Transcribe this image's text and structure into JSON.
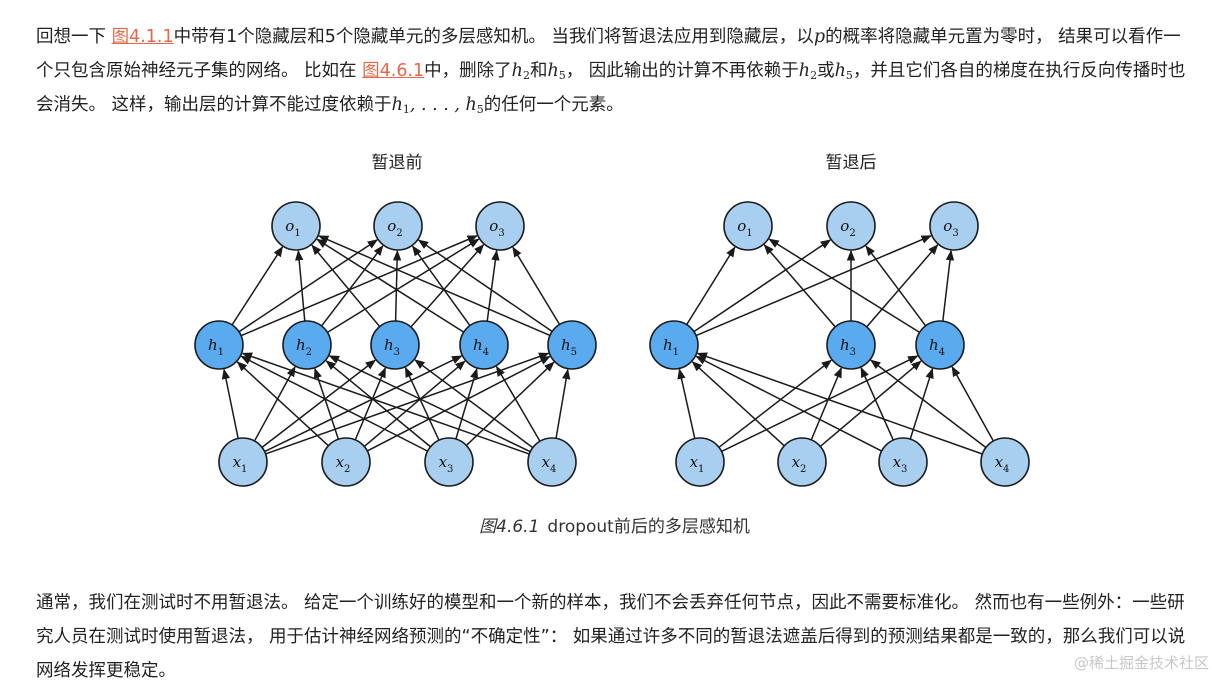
{
  "paragraph1": {
    "t1": "回想一下 ",
    "ref1": "图4.1.1",
    "t2": "中带有1个隐藏层和5个隐藏单元的多层感知机。 当我们将暂退法应用到隐藏层，以",
    "p": "p",
    "t3": "的概率将隐藏单元置为零时， 结果可以看作一个只包含原始神经元子集的网络。 比如在 ",
    "ref2": "图4.6.1",
    "t4": "中，删除了",
    "h2": "h",
    "h2sub": "2",
    "t5": "和",
    "h5": "h",
    "h5sub": "5",
    "t6": "， 因此输出的计算不再依赖于",
    "h2b": "h",
    "h2bsub": "2",
    "t7": "或",
    "h5b": "h",
    "h5bsub": "5",
    "t8": "，并且它们各自的梯度在执行反向传播时也会消失。 这样，输出层的计算不能过度依赖于",
    "h1": "h",
    "h1sub": "1",
    "t9": ", . . . , ",
    "h5c": "h",
    "h5csub": "5",
    "t10": "的任何一个元素。"
  },
  "figure": {
    "left_title": "暂退前",
    "right_title": "暂退后",
    "caption_number": "图4.6.1",
    "caption_text": "dropout前后的多层感知机",
    "colors": {
      "input_fill": "#a8cfef",
      "hidden_fill": "#5aaaf0",
      "output_fill": "#a8cfef",
      "stroke": "#1a1a1a"
    },
    "left": {
      "outputs": [
        {
          "v": "o",
          "s": "1"
        },
        {
          "v": "o",
          "s": "2"
        },
        {
          "v": "o",
          "s": "3"
        }
      ],
      "hidden": [
        {
          "v": "h",
          "s": "1"
        },
        {
          "v": "h",
          "s": "2"
        },
        {
          "v": "h",
          "s": "3"
        },
        {
          "v": "h",
          "s": "4"
        },
        {
          "v": "h",
          "s": "5"
        }
      ],
      "inputs": [
        {
          "v": "x",
          "s": "1"
        },
        {
          "v": "x",
          "s": "2"
        },
        {
          "v": "x",
          "s": "3"
        },
        {
          "v": "x",
          "s": "4"
        }
      ]
    },
    "right": {
      "outputs": [
        {
          "v": "o",
          "s": "1"
        },
        {
          "v": "o",
          "s": "2"
        },
        {
          "v": "o",
          "s": "3"
        }
      ],
      "hidden": [
        {
          "v": "h",
          "s": "1"
        },
        {
          "v": "h",
          "s": "3"
        },
        {
          "v": "h",
          "s": "4"
        }
      ],
      "inputs": [
        {
          "v": "x",
          "s": "1"
        },
        {
          "v": "x",
          "s": "2"
        },
        {
          "v": "x",
          "s": "3"
        },
        {
          "v": "x",
          "s": "4"
        }
      ]
    }
  },
  "paragraph2": {
    "text": "通常，我们在测试时不用暂退法。 给定一个训练好的模型和一个新的样本，我们不会丢弃任何节点，因此不需要标准化。 然而也有一些例外：一些研究人员在测试时使用暂退法， 用于估计神经网络预测的“不确定性”： 如果通过许多不同的暂退法遮盖后得到的预测结果都是一致的，那么我们可以说网络发挥更稳定。"
  },
  "watermark": "@稀土掘金技术社区"
}
